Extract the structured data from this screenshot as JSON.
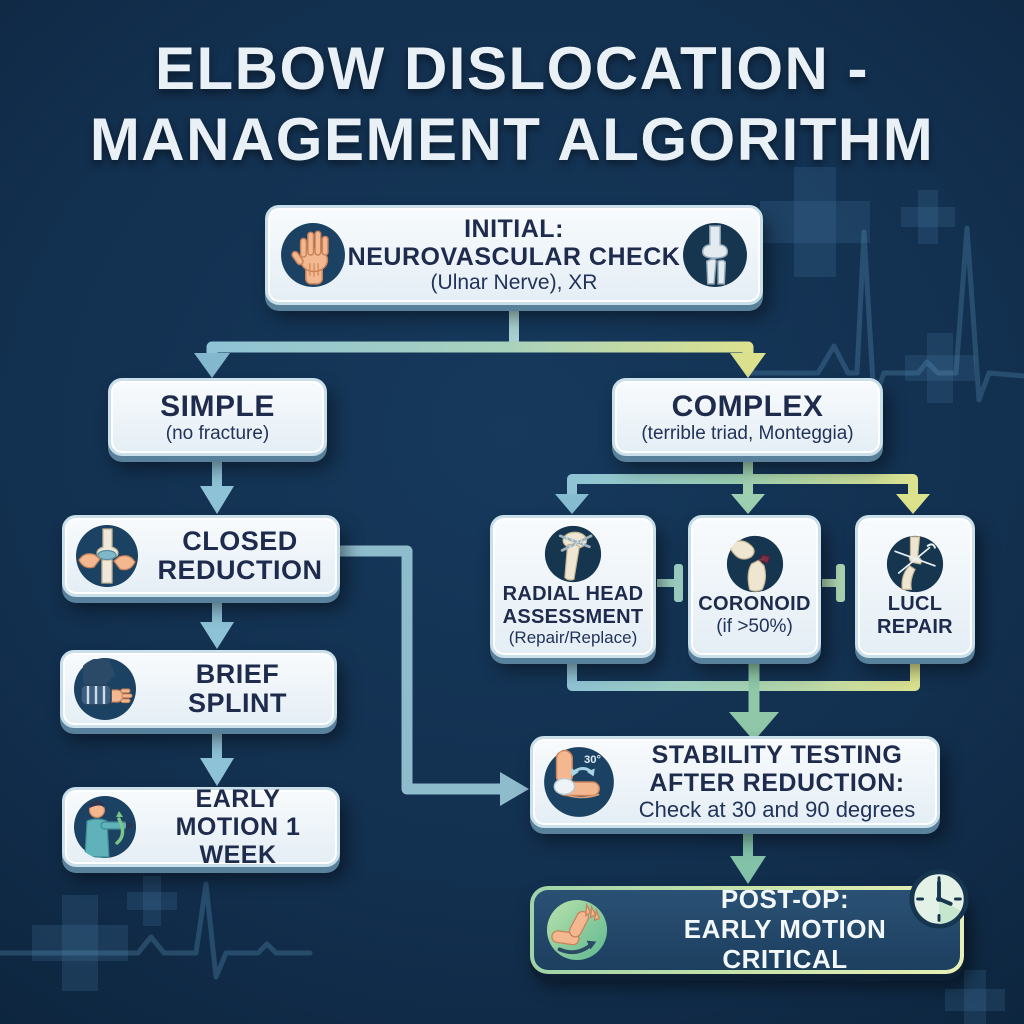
{
  "title": {
    "line1": "ELBOW DISLOCATION -",
    "line2": "MANAGEMENT ALGORITHM"
  },
  "nodes": {
    "initial": {
      "title": "INITIAL:",
      "line2": "NEUROVASCULAR CHECK",
      "detail": "(Ulnar Nerve), XR"
    },
    "simple": {
      "title": "SIMPLE",
      "detail": "(no fracture)"
    },
    "complex": {
      "title": "COMPLEX",
      "detail": "(terrible triad, Monteggia)"
    },
    "closed_reduction": {
      "title": "CLOSED REDUCTION"
    },
    "brief_splint": {
      "title": "BRIEF SPLINT"
    },
    "early_motion": {
      "title": "EARLY MOTION 1 WEEK"
    },
    "radial_head": {
      "title": "RADIAL HEAD ASSESSMENT",
      "detail": "(Repair/Replace)"
    },
    "coronoid": {
      "title": "CORONOID",
      "detail": "(if >50%)"
    },
    "lucl": {
      "title": "LUCL REPAIR"
    },
    "stability": {
      "title": "STABILITY TESTING AFTER REDUCTION:",
      "detail": "Check at 30 and 90 degrees",
      "angle_label": "30°"
    },
    "postop": {
      "title": "POST-OP:",
      "line2": "EARLY MOTION CRITICAL"
    }
  },
  "icons": {
    "initial_left": "hand-icon",
    "initial_right": "elbow-joint-icon",
    "closed_reduction": "reduction-hands-icon",
    "brief_splint": "splint-arm-icon",
    "early_motion": "arm-raise-person-icon",
    "radial_head": "radial-head-screws-icon",
    "coronoid": "coronoid-fracture-icon",
    "lucl": "ligament-suture-icon",
    "stability": "elbow-angle-icon",
    "postop_left": "flex-arm-icon",
    "postop_clock": "clock-icon"
  },
  "colors": {
    "background": "#11304e",
    "node_fill": "#eef5fa",
    "node_text": "#1e2b4c",
    "connector_teal": "#8ec2d6",
    "connector_green": "#8fc7a8",
    "connector_yellow": "#dce18c",
    "postop_fill": "#1f4263",
    "postop_border": "#bfdfa9",
    "postop_text": "#f2f7fa"
  }
}
